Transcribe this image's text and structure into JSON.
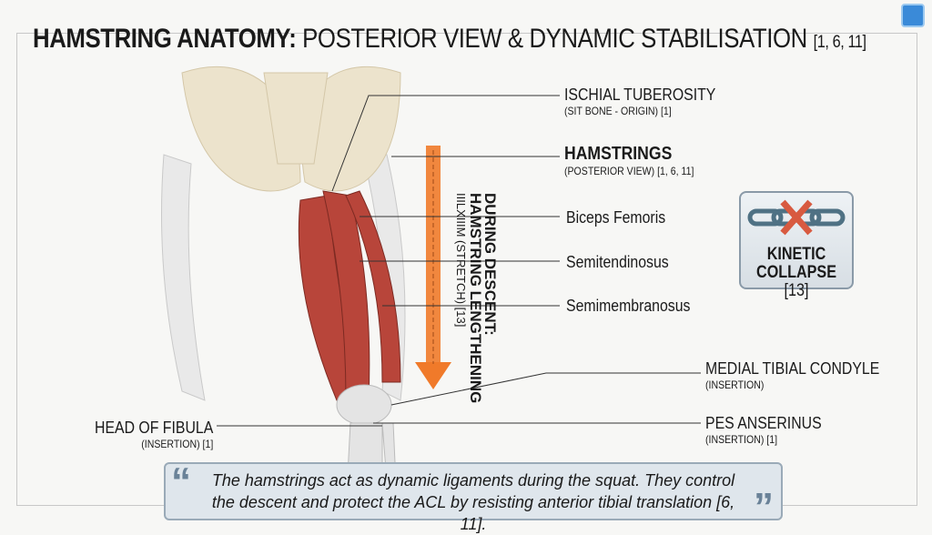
{
  "title": {
    "bold": "HAMSTRING ANATOMY:",
    "rest": " POSTERIOR VIEW & DYNAMIC STABILISATION ",
    "refs": "[1, 6, 11]"
  },
  "labels": {
    "ischial": {
      "main": "ISCHIAL TUBEROSITY",
      "sub": "(SIT BONE - ORIGIN) [1]"
    },
    "hamstrings": {
      "main": "HAMSTRINGS",
      "sub": "(POSTERIOR VIEW) [1, 6, 11]"
    },
    "biceps": "Biceps Femoris",
    "semiten": "Semitendinosus",
    "semimem": "Semimembranosus",
    "medial": {
      "main": "MEDIAL TIBIAL CONDYLE",
      "sub": "(INSERTION)"
    },
    "pes": {
      "main": "PES ANSERINUS",
      "sub": "(INSERTION) [1]"
    },
    "fibula": {
      "main": "HEAD OF FIBULA",
      "sub": "(INSERTION) [1]"
    }
  },
  "descent": {
    "line1": "DURING DESCENT:",
    "line2": "HAMSTRING LENGTHENING",
    "line3": "IIILXIIIM (STRETCH) [13]"
  },
  "kinetic": {
    "line1": "KINETIC",
    "line2": "COLLAPSE",
    "ref": "[13]"
  },
  "quote": "The hamstrings act as dynamic ligaments during the squat. They control the descent and protect the ACL by resisting anterior tibial translation [6, 11].",
  "colors": {
    "muscle": "#b8453a",
    "arrow": "#f07a2a",
    "bone": "#ece3cc"
  }
}
